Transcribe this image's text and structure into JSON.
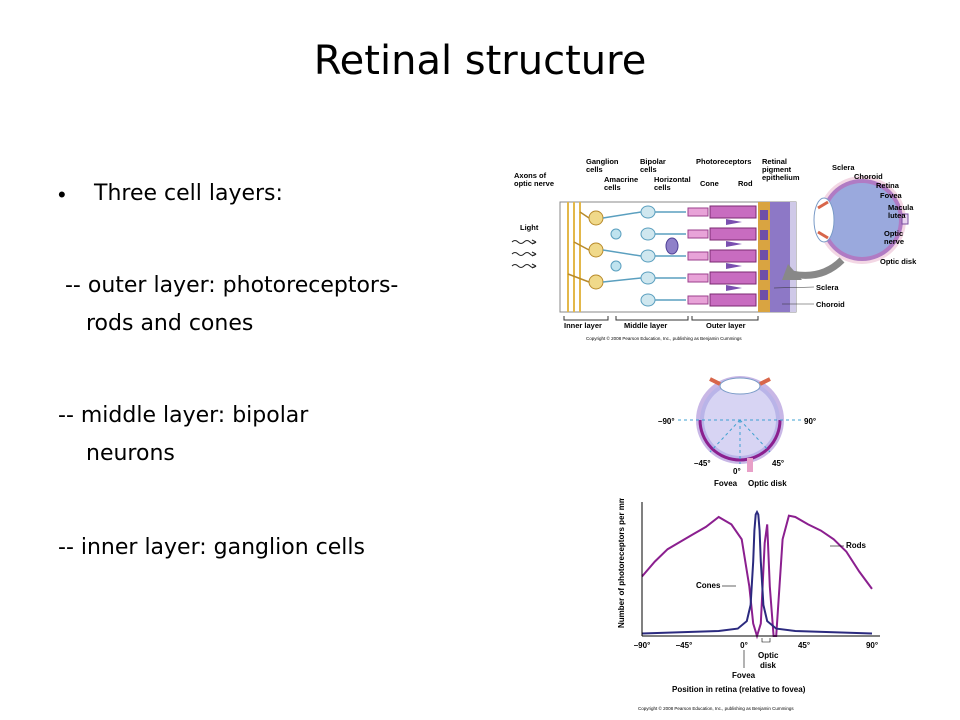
{
  "slide": {
    "title": "Retinal structure",
    "bullet_main": "Three cell layers:",
    "outer_layer_line1": " -- outer layer: photoreceptors-",
    "outer_layer_line2": "rods and cones",
    "middle_layer_line1": "-- middle layer: bipolar",
    "middle_layer_line2": "neurons",
    "inner_layer": "-- inner layer: ganglion cells"
  },
  "retina_figure": {
    "labels": {
      "axons": [
        "Axons of",
        "optic nerve"
      ],
      "ganglion": [
        "Ganglion",
        "cells"
      ],
      "amacrine": [
        "Amacrine",
        "cells"
      ],
      "bipolar": [
        "Bipolar",
        "cells"
      ],
      "horizontal": [
        "Horizontal",
        "cells"
      ],
      "photoreceptors": "Photoreceptors",
      "cone": "Cone",
      "rod": "Rod",
      "rpe": [
        "Retinal",
        "pigment",
        "epithelium"
      ],
      "light": "Light",
      "sclera_top": "Sclera",
      "choroid_top": "Choroid",
      "retina": "Retina",
      "fovea": "Fovea",
      "macula": [
        "Macula",
        "lutea"
      ],
      "optic_nerve": [
        "Optic",
        "nerve"
      ],
      "optic_disk": "Optic disk",
      "sclera_bottom": "Sclera",
      "choroid_bottom": "Choroid",
      "inner_layer": "Inner layer",
      "middle_layer": "Middle layer",
      "outer_layer": "Outer layer"
    },
    "copyright": "Copyright © 2008 Pearson Education, Inc., publishing as Benjamin Cummings"
  },
  "eye_figure": {
    "labels": {
      "minus90": "–90°",
      "plus90": "90°",
      "minus45": "–45°",
      "plus45": "45°",
      "zero": "0°",
      "fovea": "Fovea",
      "optic_disk": "Optic disk"
    }
  },
  "chart_data": {
    "type": "line",
    "xlabel": "Position in retina (relative to fovea)",
    "ylabel": "Number of photoreceptors per mm²",
    "xlim": [
      -90,
      90
    ],
    "x_ticks": [
      "–90°",
      "–45°",
      "0°",
      "45°",
      "90°"
    ],
    "annotations": {
      "cones": "Cones",
      "rods": "Rods",
      "optic_disk": [
        "Optic",
        "disk"
      ],
      "fovea": "Fovea"
    },
    "series": [
      {
        "name": "Rods",
        "color": "#8b1f8f",
        "x": [
          -90,
          -80,
          -70,
          -60,
          -50,
          -40,
          -30,
          -20,
          -12,
          -6,
          -3,
          0,
          3,
          6,
          8,
          10,
          13,
          15,
          20,
          25,
          30,
          40,
          50,
          60,
          70,
          80,
          90
        ],
        "y": [
          0.48,
          0.6,
          0.7,
          0.76,
          0.82,
          0.88,
          0.96,
          0.9,
          0.78,
          0.4,
          0.1,
          0.0,
          0.1,
          0.75,
          0.9,
          0.4,
          0.0,
          0.0,
          0.78,
          0.97,
          0.96,
          0.9,
          0.85,
          0.78,
          0.68,
          0.52,
          0.38
        ]
      },
      {
        "name": "Cones",
        "color": "#2b2a7f",
        "x": [
          -90,
          -60,
          -30,
          -15,
          -8,
          -5,
          -3,
          -2,
          -1,
          0,
          1,
          2,
          3,
          5,
          8,
          15,
          30,
          60,
          90
        ],
        "y": [
          0.02,
          0.03,
          0.04,
          0.06,
          0.12,
          0.25,
          0.6,
          0.85,
          0.98,
          1.0,
          0.98,
          0.85,
          0.6,
          0.25,
          0.12,
          0.06,
          0.04,
          0.03,
          0.02
        ]
      }
    ]
  }
}
